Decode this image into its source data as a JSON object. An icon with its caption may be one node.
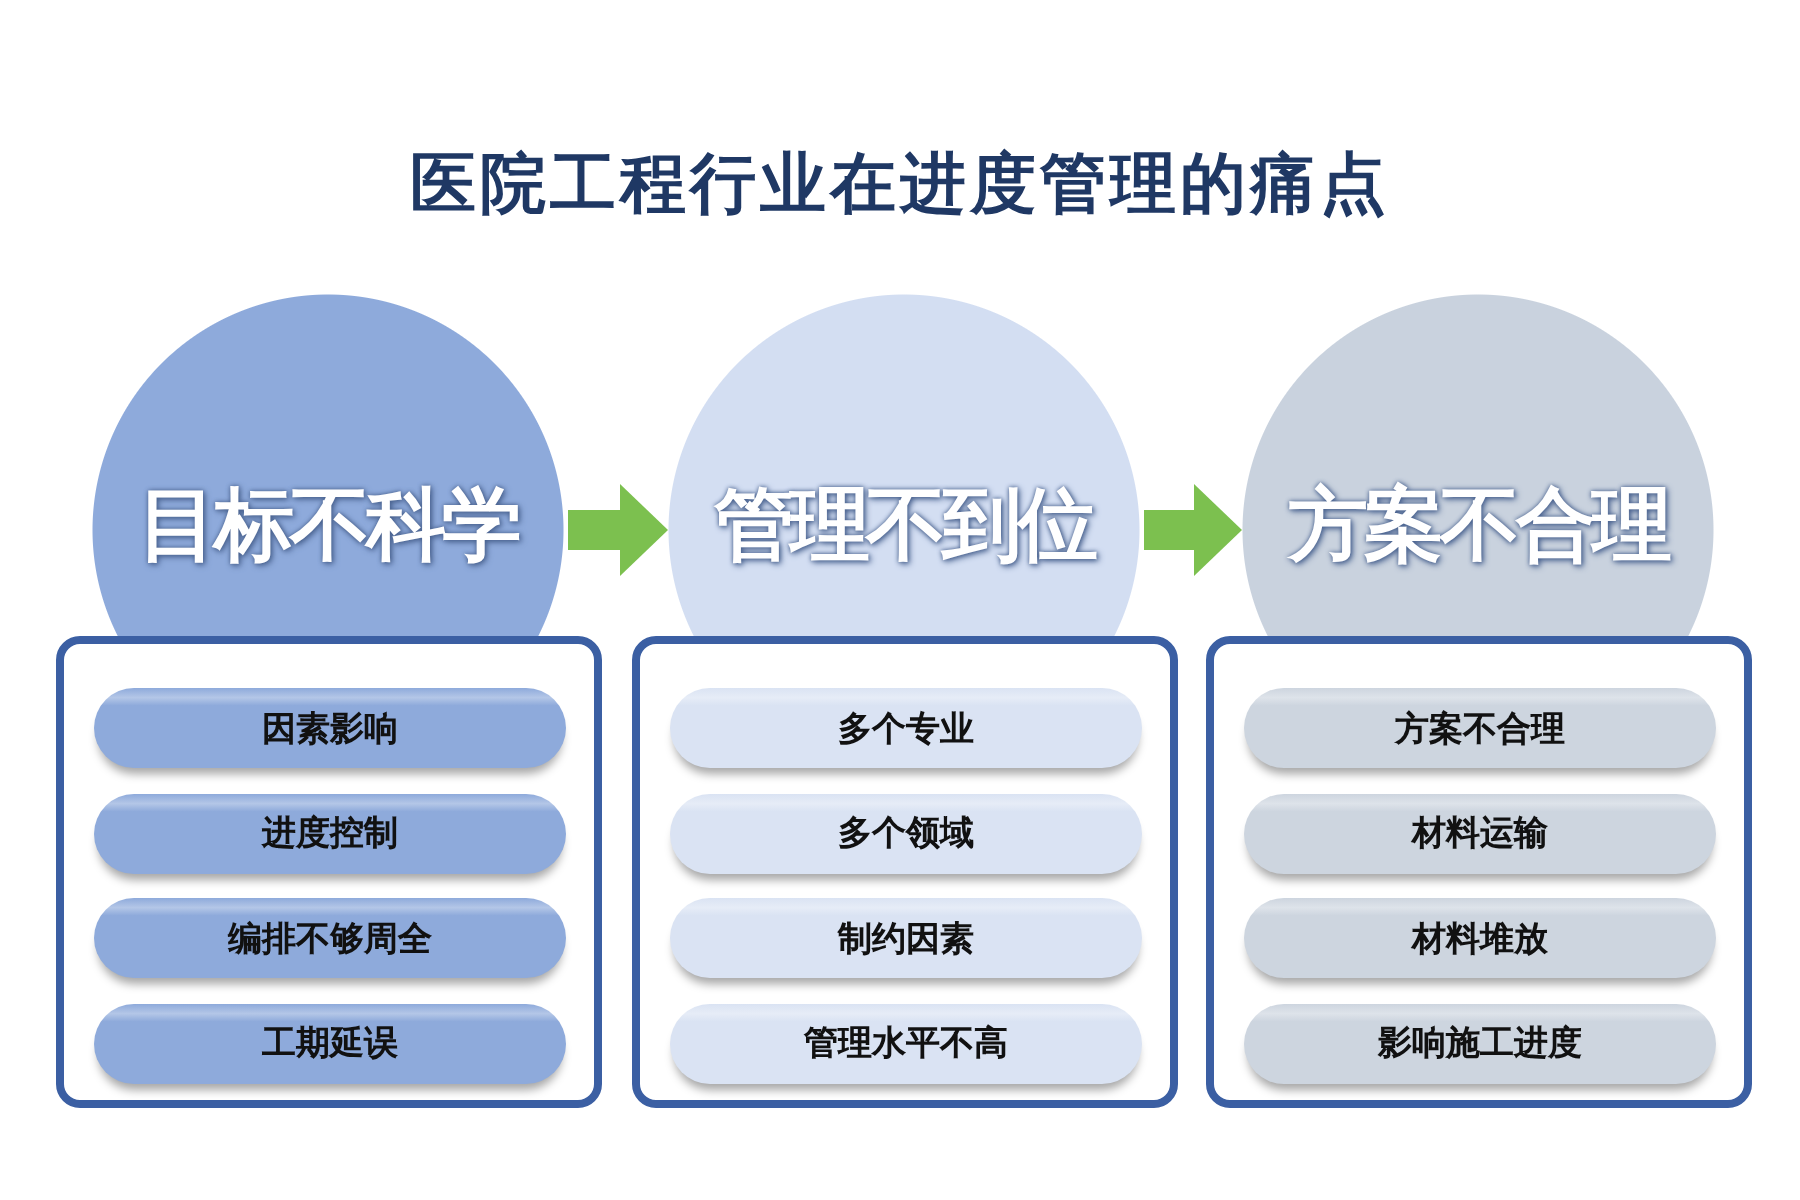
{
  "diagram": {
    "title": "医院工程行业在进度管理的痛点",
    "nodes": [
      {
        "text": [
          "目标不科学"
        ]
      },
      {
        "text": [],
        "shape": "box"
      },
      {
        "text": [
          "因素影响"
        ],
        "in": 1
      },
      {
        "text": [
          "进度控制"
        ],
        "in": 1
      },
      {
        "text": [
          "编排不够周全"
        ],
        "in": 1
      },
      {
        "text": [
          "工期延误"
        ],
        "in": 1
      },
      {
        "text": [
          "管理不到位"
        ]
      },
      {
        "text": [],
        "shape": "box"
      },
      {
        "text": [
          "多个专业"
        ],
        "in": 7
      },
      {
        "text": [
          "多个领域"
        ],
        "in": 7
      },
      {
        "text": [
          "制约因素"
        ],
        "in": 7
      },
      {
        "text": [
          "管理水平不高"
        ],
        "in": 7
      },
      {
        "text": [
          "方案不合理"
        ]
      },
      {
        "text": [],
        "shape": "box"
      },
      {
        "text": [
          "方案不合理"
        ],
        "in": 13
      },
      {
        "text": [
          "材料运输"
        ],
        "in": 13
      },
      {
        "text": [
          "材料堆放"
        ],
        "in": 13
      },
      {
        "text": [
          "影响施工进度"
        ],
        "in": 13
      }
    ],
    "edges": [
      {
        "from": 0,
        "to": 6,
        "arrow": "to"
      },
      {
        "from": 6,
        "to": 12,
        "arrow": "to"
      }
    ]
  }
}
